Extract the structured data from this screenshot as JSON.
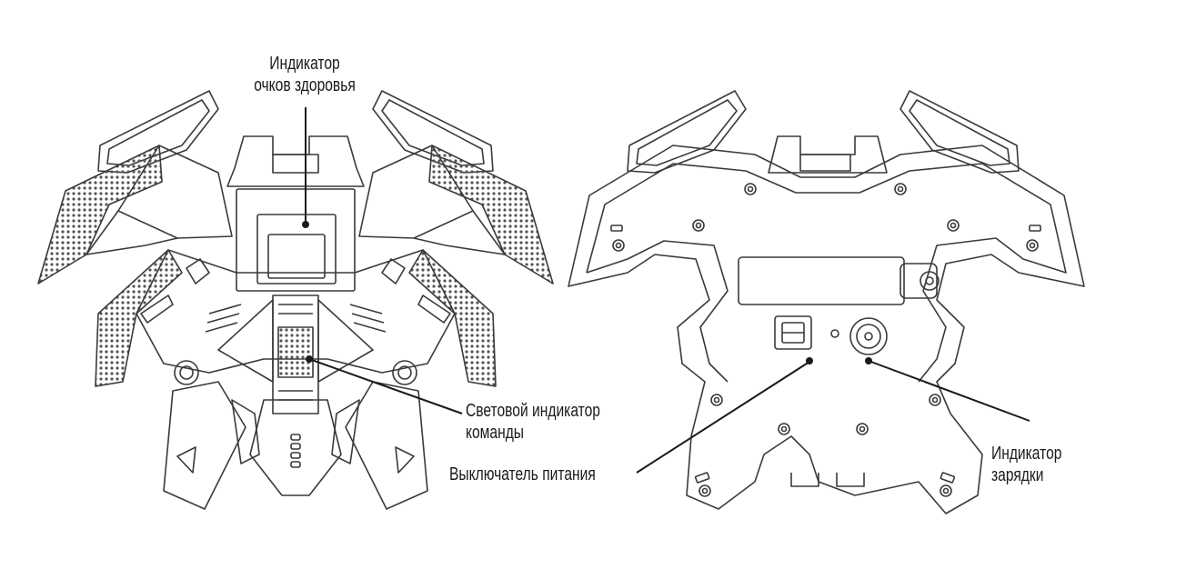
{
  "labels": {
    "health_indicator": [
      "Индикатор",
      "очков здоровья"
    ],
    "command_light": [
      "Световой индикатор",
      "команды"
    ],
    "power_switch": "Выключатель питания",
    "charge_indicator": [
      "Индикатор",
      "зарядки"
    ]
  },
  "colors": {
    "line": "#3a3a3a",
    "text": "#1a1a1a",
    "background": "#ffffff"
  }
}
